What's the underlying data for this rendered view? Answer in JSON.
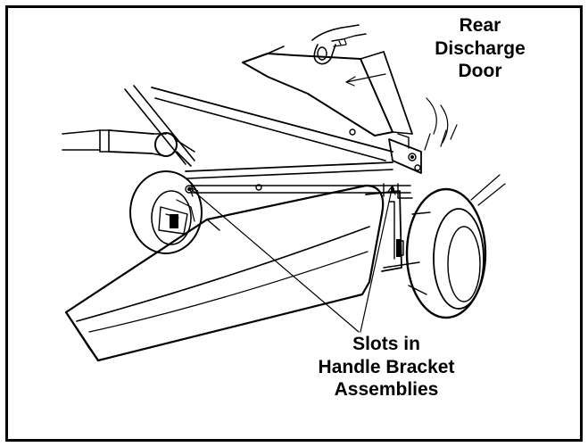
{
  "callouts": {
    "rear_discharge_door": {
      "line1": "Rear",
      "line2": "Discharge",
      "line3": "Door"
    },
    "slots": {
      "line1": "Slots in",
      "line2": "Handle Bracket",
      "line3": "Assemblies"
    }
  },
  "colors": {
    "ink": "#000000",
    "paper": "#ffffff"
  }
}
